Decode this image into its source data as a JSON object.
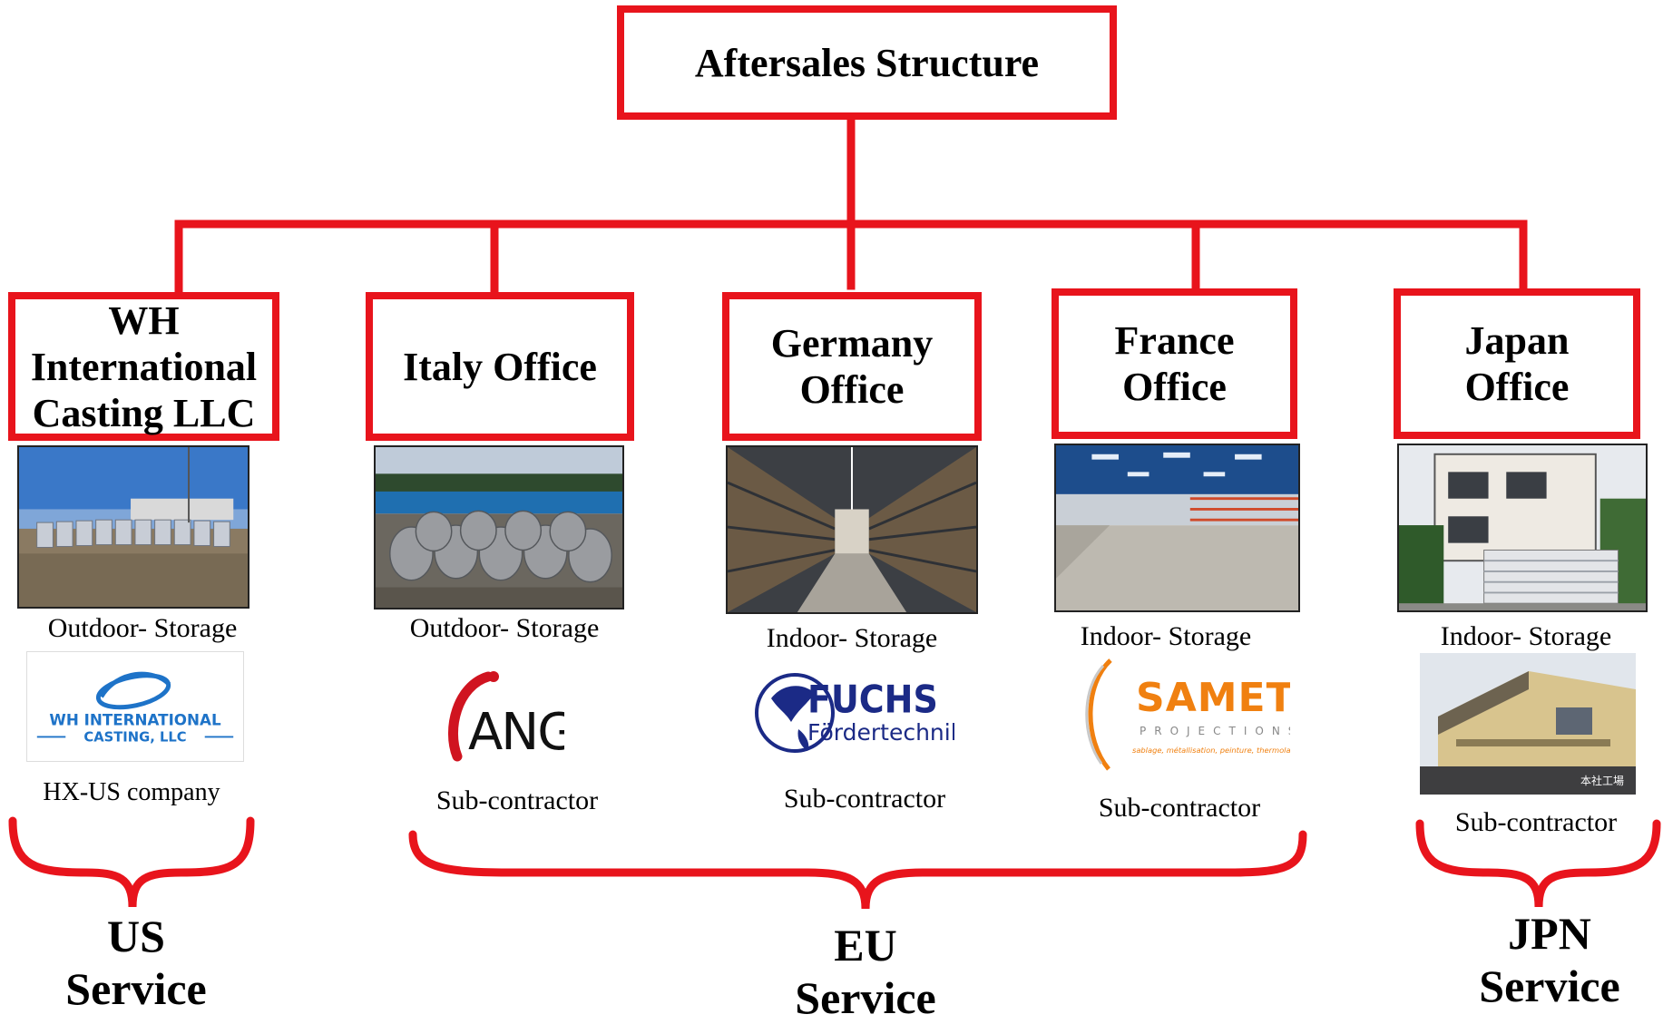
{
  "title": "Aftersales Structure",
  "offices": [
    {
      "name_lines": [
        "WH",
        "International",
        "Casting LLC"
      ],
      "storage": "Outdoor- Storage",
      "logo_text": "WH INTERNATIONAL",
      "logo_text2": "CASTING, LLC",
      "role": "HX-US company"
    },
    {
      "name_lines": [
        "Italy Office"
      ],
      "storage": "Outdoor- Storage",
      "logo_text": "ANGI",
      "role": "Sub-contractor"
    },
    {
      "name_lines": [
        "Germany",
        "Office"
      ],
      "storage": "Indoor- Storage",
      "logo_text": "FUCHS",
      "logo_text2": "Fördertechnik AG",
      "role": "Sub-contractor"
    },
    {
      "name_lines": [
        "France",
        "Office"
      ],
      "storage": "Indoor- Storage",
      "logo_text": "SAMETAL",
      "logo_text2": "PROJECTIONS",
      "logo_text3": "sablage, métallisation, peinture, thermolaquage",
      "role": "Sub-contractor"
    },
    {
      "name_lines": [
        "Japan",
        "Office"
      ],
      "storage": "Indoor- Storage",
      "logo_text": "本社工場",
      "role": "Sub-contractor"
    }
  ],
  "regions": [
    {
      "lines": [
        "US",
        "Service"
      ]
    },
    {
      "lines": [
        "EU",
        "Service"
      ]
    },
    {
      "lines": [
        "JPN",
        "Service"
      ]
    }
  ],
  "colors": {
    "accent": "#e8141c"
  }
}
